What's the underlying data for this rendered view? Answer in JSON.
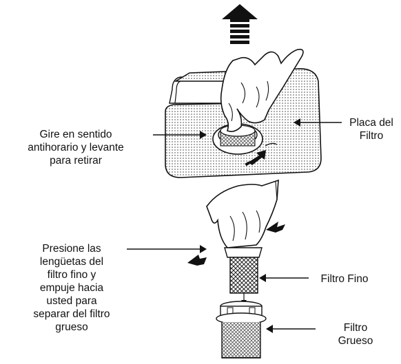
{
  "labels": {
    "rotate_lift": [
      "Gire en sentido",
      "antihorario y levante",
      "para retirar"
    ],
    "filter_plate": [
      "Placa del",
      "Filtro"
    ],
    "press_tabs": [
      "Presione las",
      "lengüetas del",
      "filtro fino y",
      "empuje hacia",
      "usted para",
      "separar del filtro",
      "grueso"
    ],
    "fine_filter": [
      "Filtro Fino"
    ],
    "coarse_filter": [
      "Filtro",
      "Grueso"
    ]
  },
  "icons": {
    "lift": "arrow-up-icon",
    "rotate": "rotate-arrow-icon",
    "press": "press-arrow-icon"
  },
  "colors": {
    "line": "#111111",
    "mesh": "#8a8a8a",
    "background": "#ffffff"
  }
}
